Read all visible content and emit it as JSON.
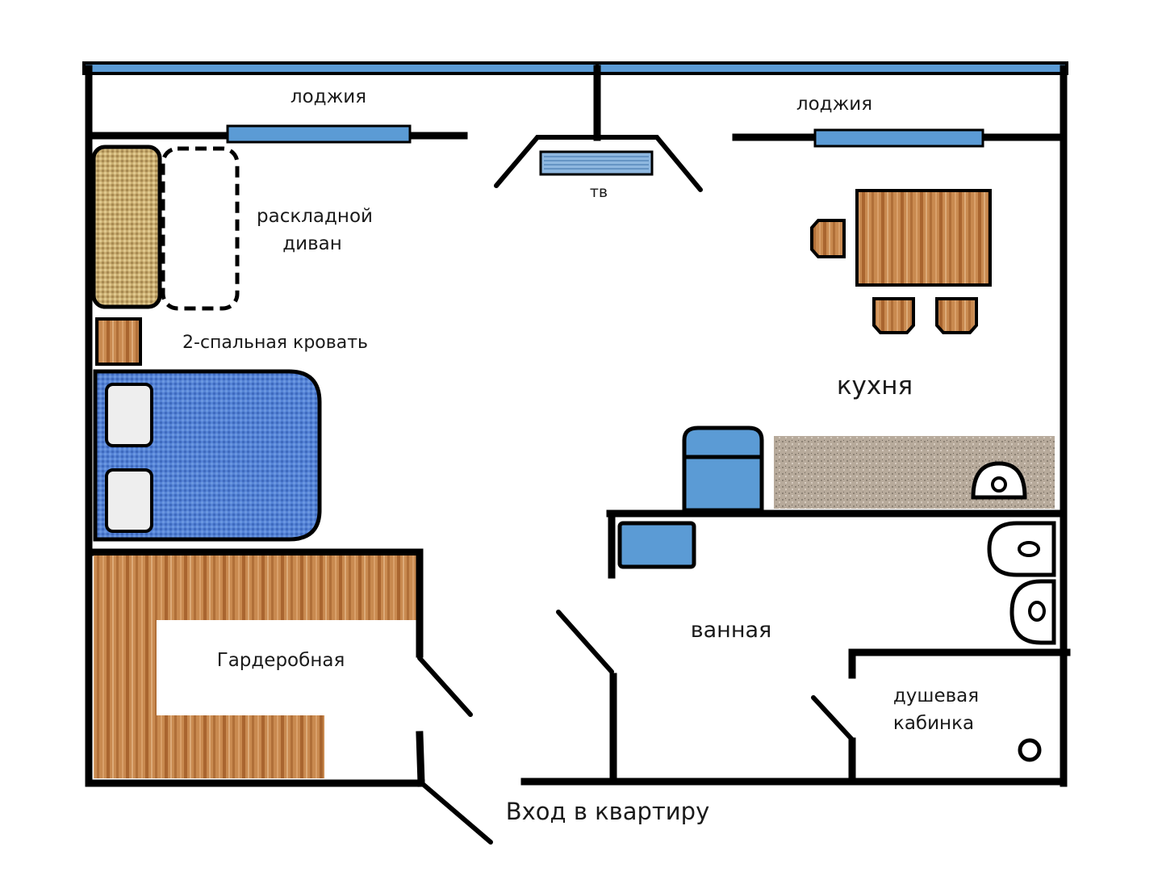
{
  "labels": {
    "loggia_left": "лоджия",
    "loggia_right": "лоджия",
    "tv": "тв",
    "sofa_line1": "раскладной",
    "sofa_line2": "диван",
    "bed": "2-спальная кровать",
    "kitchen": "кухня",
    "bathroom": "ванная",
    "wardrobe": "Гардеробная",
    "shower_line1": "душевая",
    "shower_line2": "кабинка",
    "entrance": "Вход в квартиру"
  },
  "colors": {
    "window_blue": "#5b9bd5",
    "wall": "#000000",
    "wood": "#c8844a",
    "bed_blue": "#4f7fcf",
    "sofa_tan": "#c8ad6e",
    "counter_granite": "#b8aa9a",
    "pillow": "#eeeeee"
  }
}
